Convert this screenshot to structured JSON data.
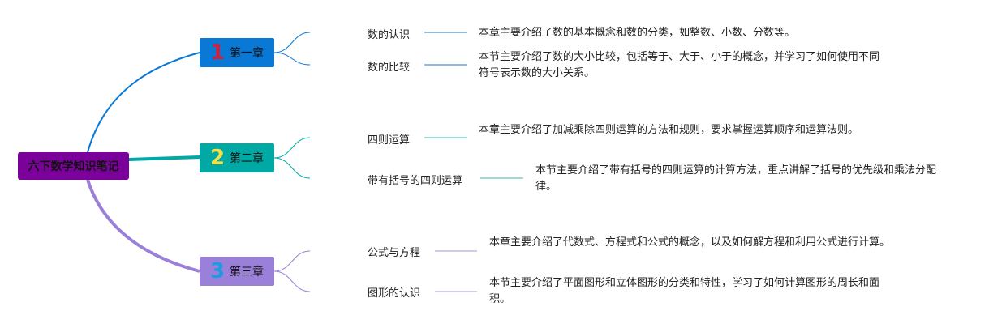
{
  "root": {
    "label": "六下数学知识笔记",
    "color": "#7a0199"
  },
  "chapters": [
    {
      "number": "1",
      "label": "第一章",
      "color": "#0a79d6",
      "number_color": "#d21f3c",
      "topics": [
        {
          "label": "数的认识",
          "description": "本章主要介绍了数的基本概念和数的分类，如整数、小数、分数等。"
        },
        {
          "label": "数的比较",
          "description": "本节主要介绍了数的大小比较，包括等于、大于、小于的概念，并学习了如何使用不同符号表示数的大小关系。"
        }
      ]
    },
    {
      "number": "2",
      "label": "第二章",
      "color": "#00a9a4",
      "number_color": "#f2e14a",
      "topics": [
        {
          "label": "四则运算",
          "description": "本章主要介绍了加减乘除四则运算的方法和规则，要求掌握运算顺序和运算法则。"
        },
        {
          "label": "带有括号的四则运算",
          "description": "本节主要介绍了带有括号的四则运算的计算方法，重点讲解了括号的优先级和乘法分配律。"
        }
      ]
    },
    {
      "number": "3",
      "label": "第三章",
      "color": "#9b80d9",
      "number_color": "#1e9be0",
      "topics": [
        {
          "label": "公式与方程",
          "description": "本章主要介绍了代数式、方程式和公式的概念，以及如何解方程和利用公式进行计算。"
        },
        {
          "label": "图形的认识",
          "description": "本节主要介绍了平面图形和立体图形的分类和特性，学习了如何计算图形的周长和面积。"
        }
      ]
    }
  ]
}
